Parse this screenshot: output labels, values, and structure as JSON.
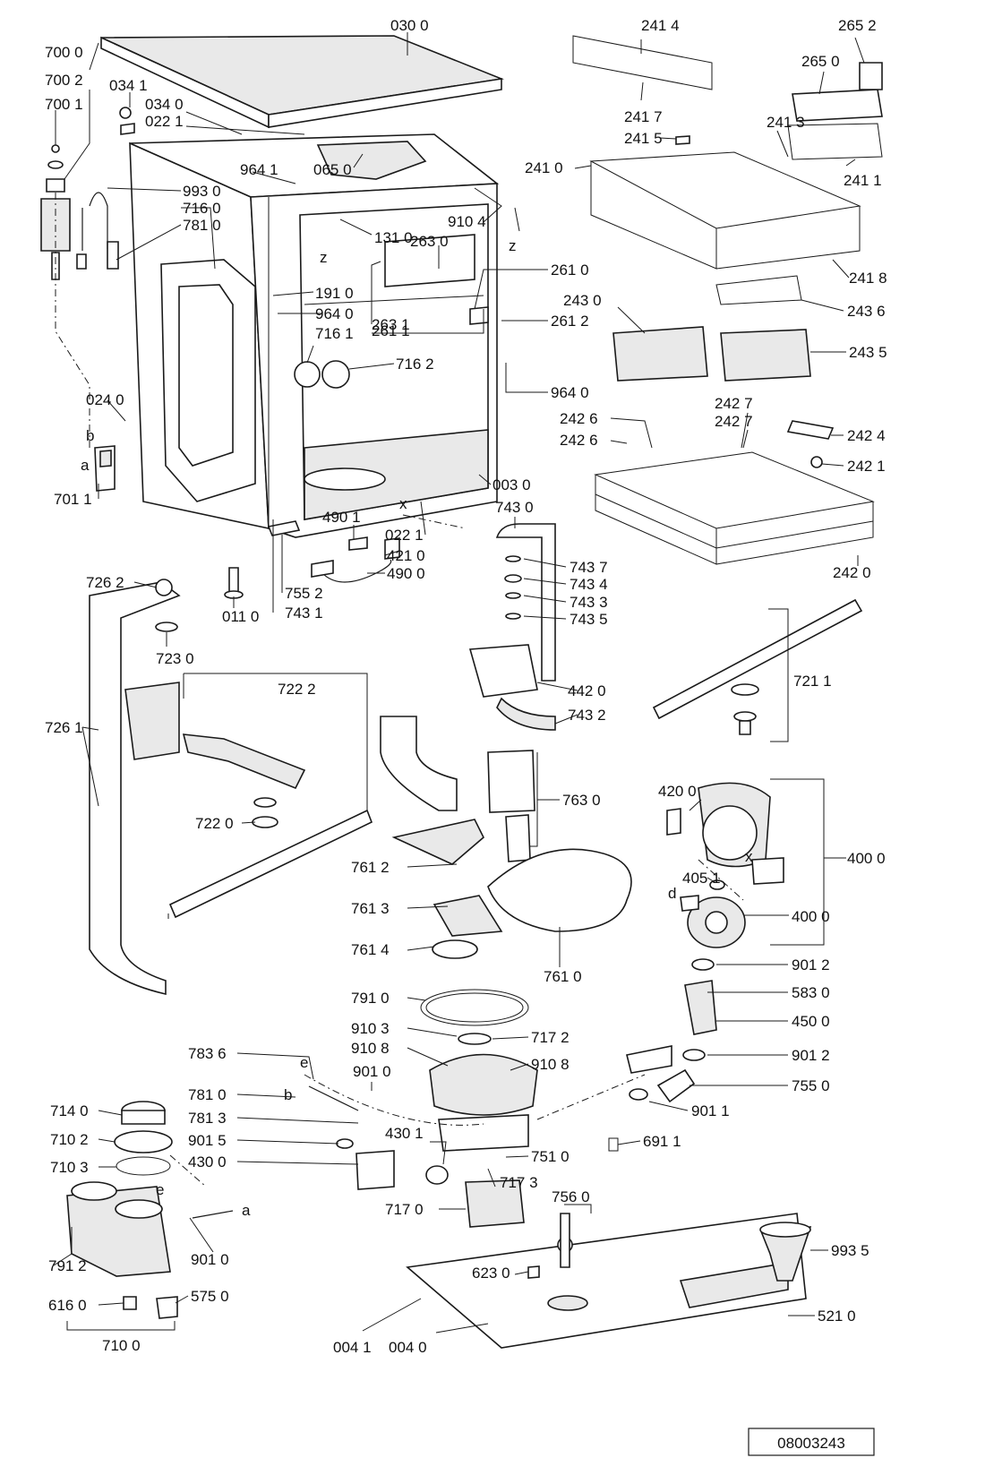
{
  "diagram_number": "08003243",
  "markers": {
    "a": "a",
    "b": "b",
    "d": "d",
    "e": "e",
    "x": "x",
    "z": "z"
  },
  "labels": [
    "030 0",
    "700 0",
    "700 2",
    "700 1",
    "034 1",
    "034 0",
    "022 1",
    "964 1",
    "065 0",
    "993 0",
    "716 0",
    "781 0",
    "910 4",
    "131 0",
    "263 0",
    "261 0",
    "191 0",
    "263 1",
    "964 0",
    "261 1",
    "261 2",
    "716 1",
    "716 2",
    "024 0",
    "964 0",
    "701 1",
    "003 0",
    "743 0",
    "490 1",
    "022 1",
    "421 0",
    "490 0",
    "743 7",
    "743 4",
    "743 3",
    "743 5",
    "726 2",
    "755 2",
    "011 0",
    "743 1",
    "723 0",
    "722 2",
    "442 0",
    "743 2",
    "726 1",
    "722 0",
    "763 0",
    "761 2",
    "761 3",
    "761 4",
    "761 0",
    "791 0",
    "910 3",
    "717 2",
    "910 8",
    "910 8",
    "783 6",
    "901 0",
    "781 0",
    "781 3",
    "430 1",
    "714 0",
    "710 2",
    "901 5",
    "430 0",
    "710 3",
    "751 0",
    "717 3",
    "717 0",
    "756 0",
    "901 0",
    "791 2",
    "616 0",
    "575 0",
    "710 0",
    "623 0",
    "004 1",
    "004 0",
    "241 4",
    "265 2",
    "265 0",
    "241 7",
    "241 3",
    "241 5",
    "241 0",
    "241 1",
    "241 8",
    "243 0",
    "243 6",
    "243 5",
    "242 6",
    "242 7",
    "242 7",
    "242 6",
    "242 4",
    "242 1",
    "242 0",
    "721 1",
    "420 0",
    "400 0",
    "405 1",
    "400 0",
    "901 2",
    "583 0",
    "450 0",
    "901 2",
    "755 0",
    "901 1",
    "691 1",
    "993 5",
    "521 0"
  ]
}
